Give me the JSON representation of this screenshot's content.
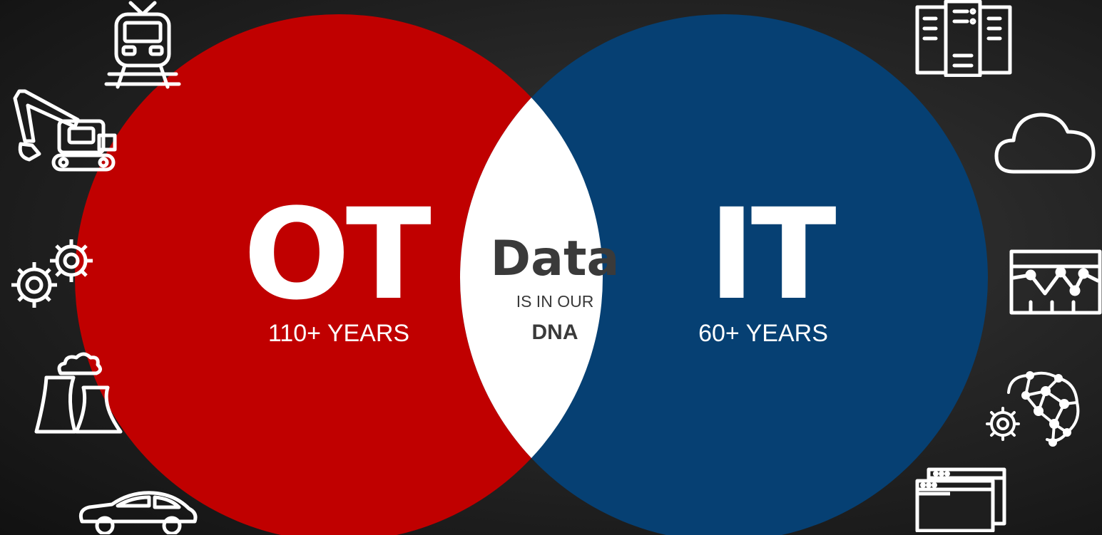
{
  "ot": {
    "title": "OT",
    "years": "110+ YEARS",
    "color": "#c00000"
  },
  "it": {
    "title": "IT",
    "years": "60+ YEARS",
    "color": "#064073"
  },
  "overlap": {
    "title": "Data",
    "subtitle": "IS IN OUR",
    "emphasis": "DNA",
    "color": "#ffffff"
  },
  "icons_left": [
    "train-icon",
    "excavator-icon",
    "gears-icon",
    "cooling-towers-icon",
    "car-icon"
  ],
  "icons_right": [
    "server-rack-icon",
    "cloud-icon",
    "line-chart-icon",
    "ai-brain-gear-icon",
    "browser-windows-icon"
  ]
}
